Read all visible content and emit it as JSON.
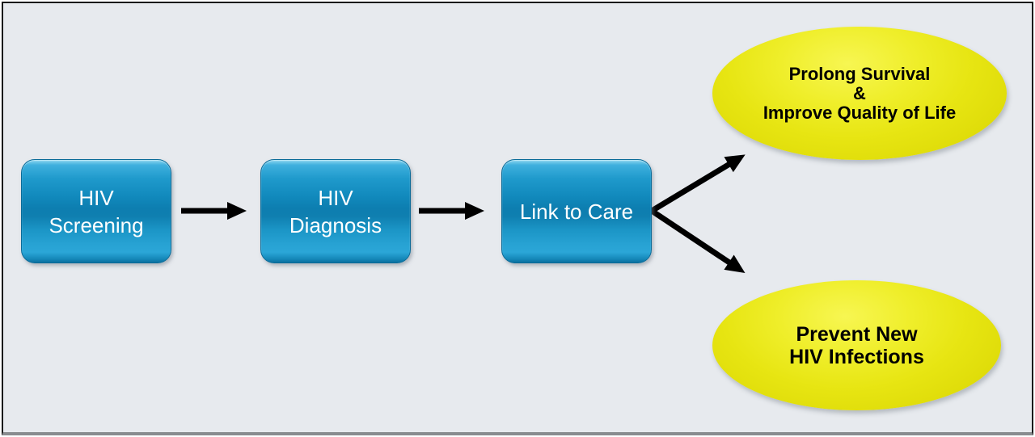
{
  "diagram": {
    "steps": [
      {
        "label": "HIV\nScreening"
      },
      {
        "label": "HIV\nDiagnosis"
      },
      {
        "label": "Link to Care"
      }
    ],
    "outcomes": [
      {
        "label": "Prolong Survival\n&\nImprove Quality of Life"
      },
      {
        "label": "Prevent New\nHIV Infections"
      }
    ],
    "colors": {
      "background": "#e7eaee",
      "step_fill_top": "#3fb0de",
      "step_fill_mid": "#0d7eb0",
      "step_text": "#ffffff",
      "outcome_fill": "#e7e512",
      "outcome_rim": "#a3a01e",
      "outcome_text": "#000000",
      "arrow": "#000000",
      "frame_border": "#1a1a1a",
      "frame_border_bottom": "#898c8f"
    }
  }
}
